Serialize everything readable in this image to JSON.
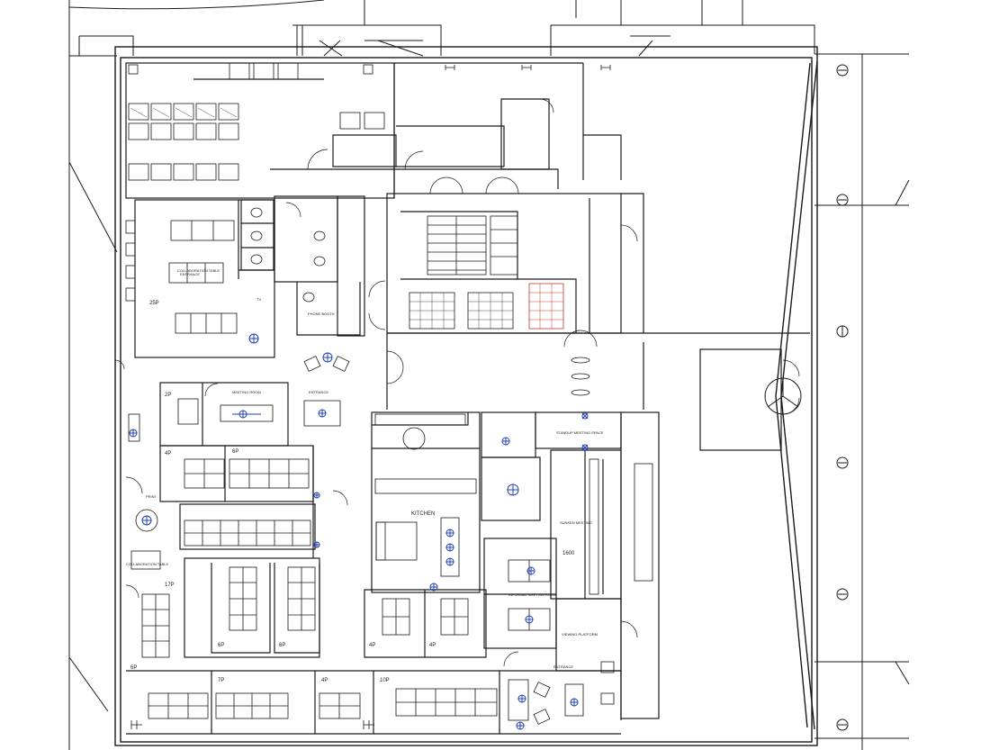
{
  "plan": {
    "room_labels": {
      "p25": "25P",
      "p2": "2P",
      "p4a": "4P",
      "p6a": "6P",
      "p17": "17P",
      "p6b": "6P",
      "p6c": "6P",
      "p6d": "6P",
      "p7": "7P",
      "p4b": "4P",
      "p10": "10P",
      "p4c": "4P",
      "p4d": "4P",
      "kitchen": "KITCHEN",
      "num1600": "1600",
      "meeting": "MEETING ROOM",
      "entrance1": "ENTRANCE",
      "entrance2": "ENTRANCE",
      "entrance3": "ENTRANCE",
      "collab1": "COLLABORATION TABLE",
      "collab2": "COLLABORATION TABLE",
      "print": "PRINT",
      "tv": "TV",
      "phone": "PHONE BOOTH",
      "informal": "INFORMAL MEETING ROOM",
      "standup": "STANDUP MEETING SPACE",
      "sunken": "SUNKEN MEETING",
      "viewing": "VIEWING PLATFORM"
    },
    "colors": {
      "line": "#1a1a1a",
      "furniture_marker": "#1f3fb5",
      "lift_highlight": "#c0392b"
    }
  }
}
